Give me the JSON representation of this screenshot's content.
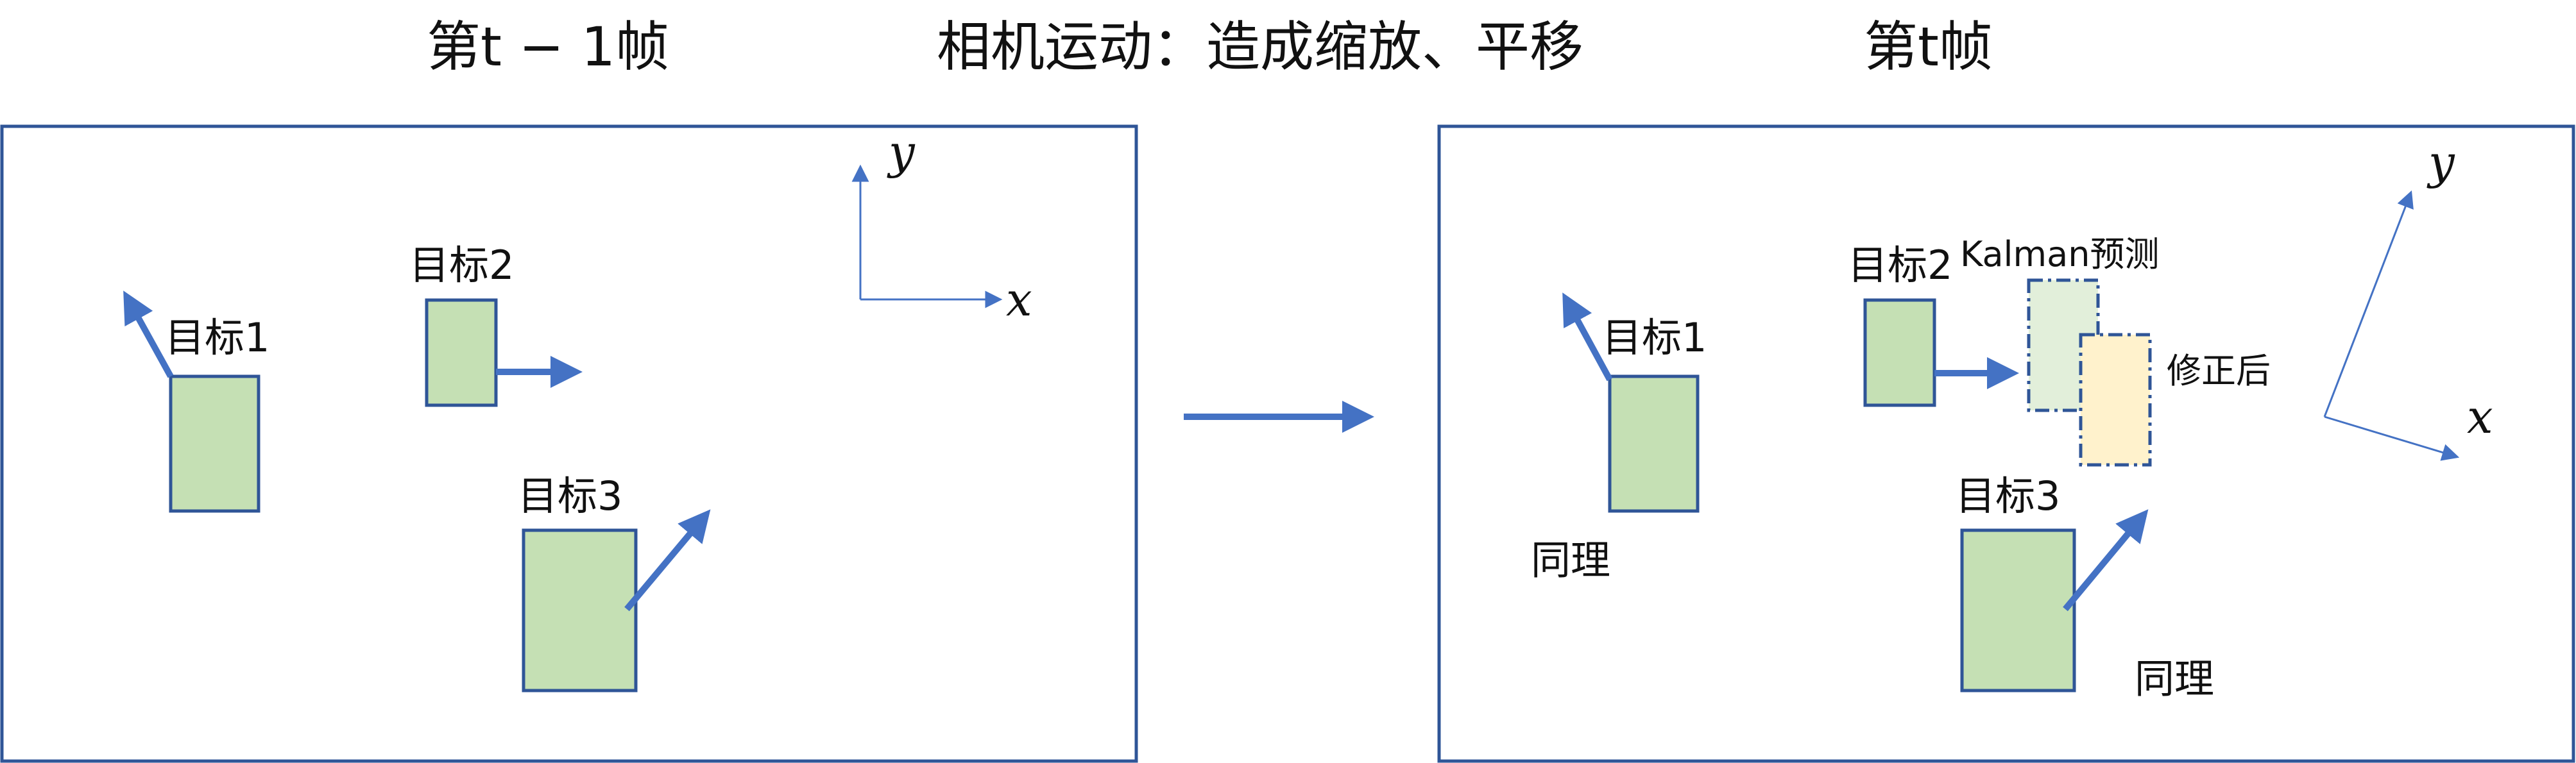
{
  "titles": {
    "prev_frame": "第t − 1帧",
    "camera_motion": "相机运动：造成缩放、平移",
    "curr_frame": "第t帧"
  },
  "left_panel": {
    "target1": "目标1",
    "target2": "目标2",
    "target3": "目标3",
    "axis_y": "y",
    "axis_x": "x"
  },
  "right_panel": {
    "target1": "目标1",
    "target2": "目标2",
    "target3": "目标3",
    "kalman_label": "Kalman预测",
    "corrected_label": "修正后",
    "same1": "同理",
    "same2": "同理",
    "axis_y": "y",
    "axis_x": "x"
  },
  "colors": {
    "frame_border": "#2f5597",
    "object_fill": "#c5e0b4",
    "arrow": "#4472c4",
    "kalman_fill": "#e2efda",
    "corrected_fill": "#fff2cc"
  }
}
